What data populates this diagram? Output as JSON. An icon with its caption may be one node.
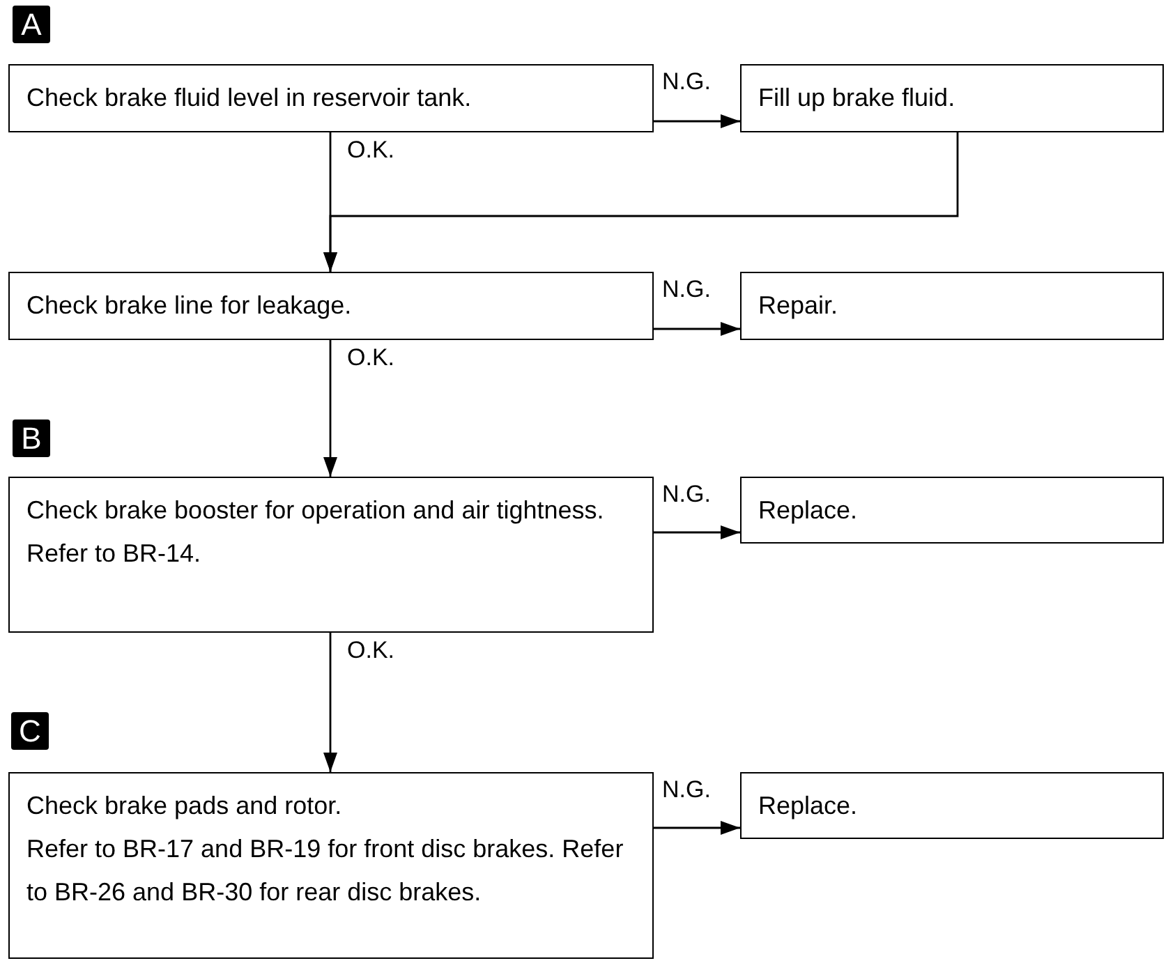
{
  "diagram": {
    "nodes": [
      {
        "text": [
          "Check brake fluid level in reservoir tank."
        ]
      },
      {
        "text": [
          "Fill up brake fluid."
        ]
      },
      {
        "text": [
          "Check brake line for leakage."
        ]
      },
      {
        "text": [
          "Repair."
        ]
      },
      {
        "text": [
          "Check brake booster for operation and air tightness.",
          "Refer to BR-14."
        ]
      },
      {
        "text": [
          "Replace."
        ]
      },
      {
        "text": [
          "Check brake pads and rotor.",
          "Refer to BR-17 and BR-19 for front disc brakes. Refer to BR-26 and BR-30 for rear disc brakes."
        ]
      },
      {
        "text": [
          "Replace."
        ]
      }
    ],
    "edges": [
      {
        "from": 0,
        "to": 1,
        "arrow": "to",
        "label": "N.G."
      },
      {
        "from": 0,
        "to": 2,
        "arrow": "to",
        "label": "O.K."
      },
      {
        "from": 1,
        "to": 2,
        "arrow": "to"
      },
      {
        "from": 2,
        "to": 3,
        "arrow": "to",
        "label": "N.G."
      },
      {
        "from": 2,
        "to": 4,
        "arrow": "to",
        "label": "O.K."
      },
      {
        "from": 4,
        "to": 5,
        "arrow": "to",
        "label": "N.G."
      },
      {
        "from": 4,
        "to": 6,
        "arrow": "to",
        "label": "O.K."
      },
      {
        "from": 6,
        "to": 7,
        "arrow": "to",
        "label": "N.G."
      }
    ],
    "labels": [
      "A",
      "B",
      "C"
    ]
  }
}
